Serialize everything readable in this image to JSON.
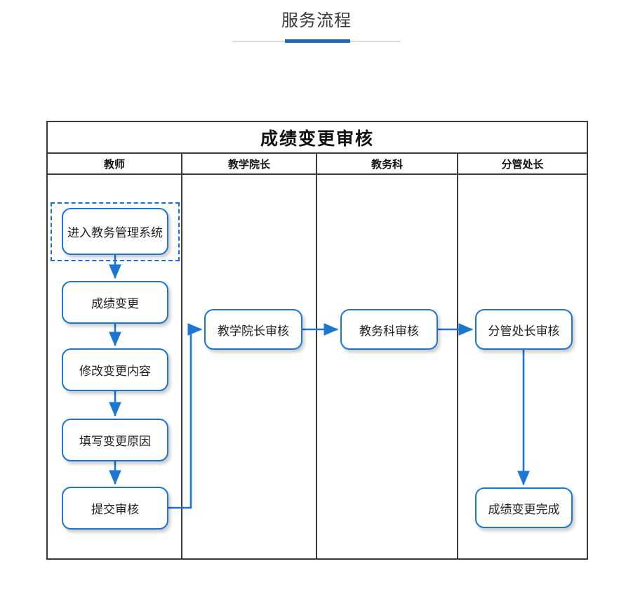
{
  "page": {
    "title": "服务流程",
    "accent_color": "#2167b4",
    "rule_color": "#d3dce6"
  },
  "flowchart": {
    "title": "成绩变更审核",
    "node_border_color": "#1c76d2",
    "table_border_color": "#3b3b3b",
    "lanes": [
      {
        "label": "教师"
      },
      {
        "label": "教学院长"
      },
      {
        "label": "教务科"
      },
      {
        "label": "分管处长"
      }
    ],
    "nodes": [
      {
        "id": "enter",
        "label": "进入教务管理系统",
        "lane": 0,
        "selected": true
      },
      {
        "id": "change",
        "label": "成绩变更",
        "lane": 0,
        "selected": false
      },
      {
        "id": "modify",
        "label": "修改变更内容",
        "lane": 0,
        "selected": false
      },
      {
        "id": "reason",
        "label": "填写变更原因",
        "lane": 0,
        "selected": false
      },
      {
        "id": "submit",
        "label": "提交审核",
        "lane": 0,
        "selected": false
      },
      {
        "id": "dean",
        "label": "教学院长审核",
        "lane": 1,
        "selected": false
      },
      {
        "id": "office",
        "label": "教务科审核",
        "lane": 2,
        "selected": false
      },
      {
        "id": "chief",
        "label": "分管处长审核",
        "lane": 3,
        "selected": false
      },
      {
        "id": "done",
        "label": "成绩变更完成",
        "lane": 3,
        "selected": false
      }
    ],
    "edges": [
      {
        "from": "enter",
        "to": "change"
      },
      {
        "from": "change",
        "to": "modify"
      },
      {
        "from": "modify",
        "to": "reason"
      },
      {
        "from": "reason",
        "to": "submit"
      },
      {
        "from": "submit",
        "to": "dean"
      },
      {
        "from": "dean",
        "to": "office"
      },
      {
        "from": "office",
        "to": "chief"
      },
      {
        "from": "chief",
        "to": "done"
      }
    ]
  }
}
